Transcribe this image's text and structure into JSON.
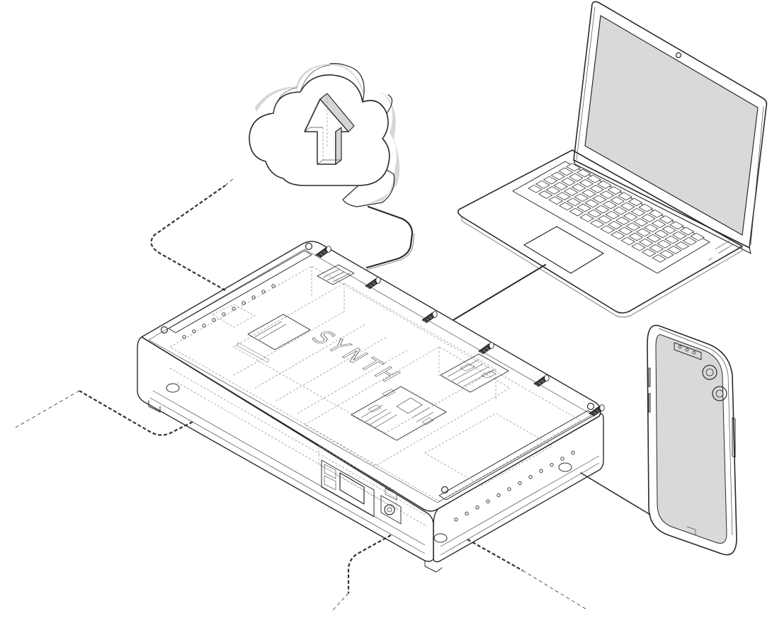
{
  "figure": {
    "device_brand_text": "SYNTH",
    "palette": {
      "stroke": "#2a2a2a",
      "hidden_line": "#9a9a9a",
      "fill_grey": "#d6d6d6",
      "screen_grey": "#d9d9d9",
      "background": "#ffffff"
    },
    "nodes": [
      {
        "id": "cloud",
        "icon": "cloud-upload-icon"
      },
      {
        "id": "laptop",
        "icon": "laptop-icon"
      },
      {
        "id": "smartphone",
        "icon": "smartphone-icon"
      },
      {
        "id": "hardware-unit",
        "icon": "device-enclosure-icon"
      }
    ],
    "links": [
      {
        "from": "hardware-unit",
        "to": "cloud",
        "style": "cable"
      },
      {
        "from": "hardware-unit",
        "to": "laptop",
        "style": "cable"
      },
      {
        "from": "hardware-unit",
        "to": "smartphone",
        "style": "cable"
      },
      {
        "from": "hardware-unit",
        "to": "offscreen-left-top",
        "style": "dashed"
      },
      {
        "from": "hardware-unit",
        "to": "offscreen-left",
        "style": "dashed"
      },
      {
        "from": "hardware-unit",
        "to": "offscreen-bottom",
        "style": "dashed"
      },
      {
        "from": "hardware-unit",
        "to": "offscreen-right-bottom",
        "style": "dashed"
      }
    ]
  }
}
